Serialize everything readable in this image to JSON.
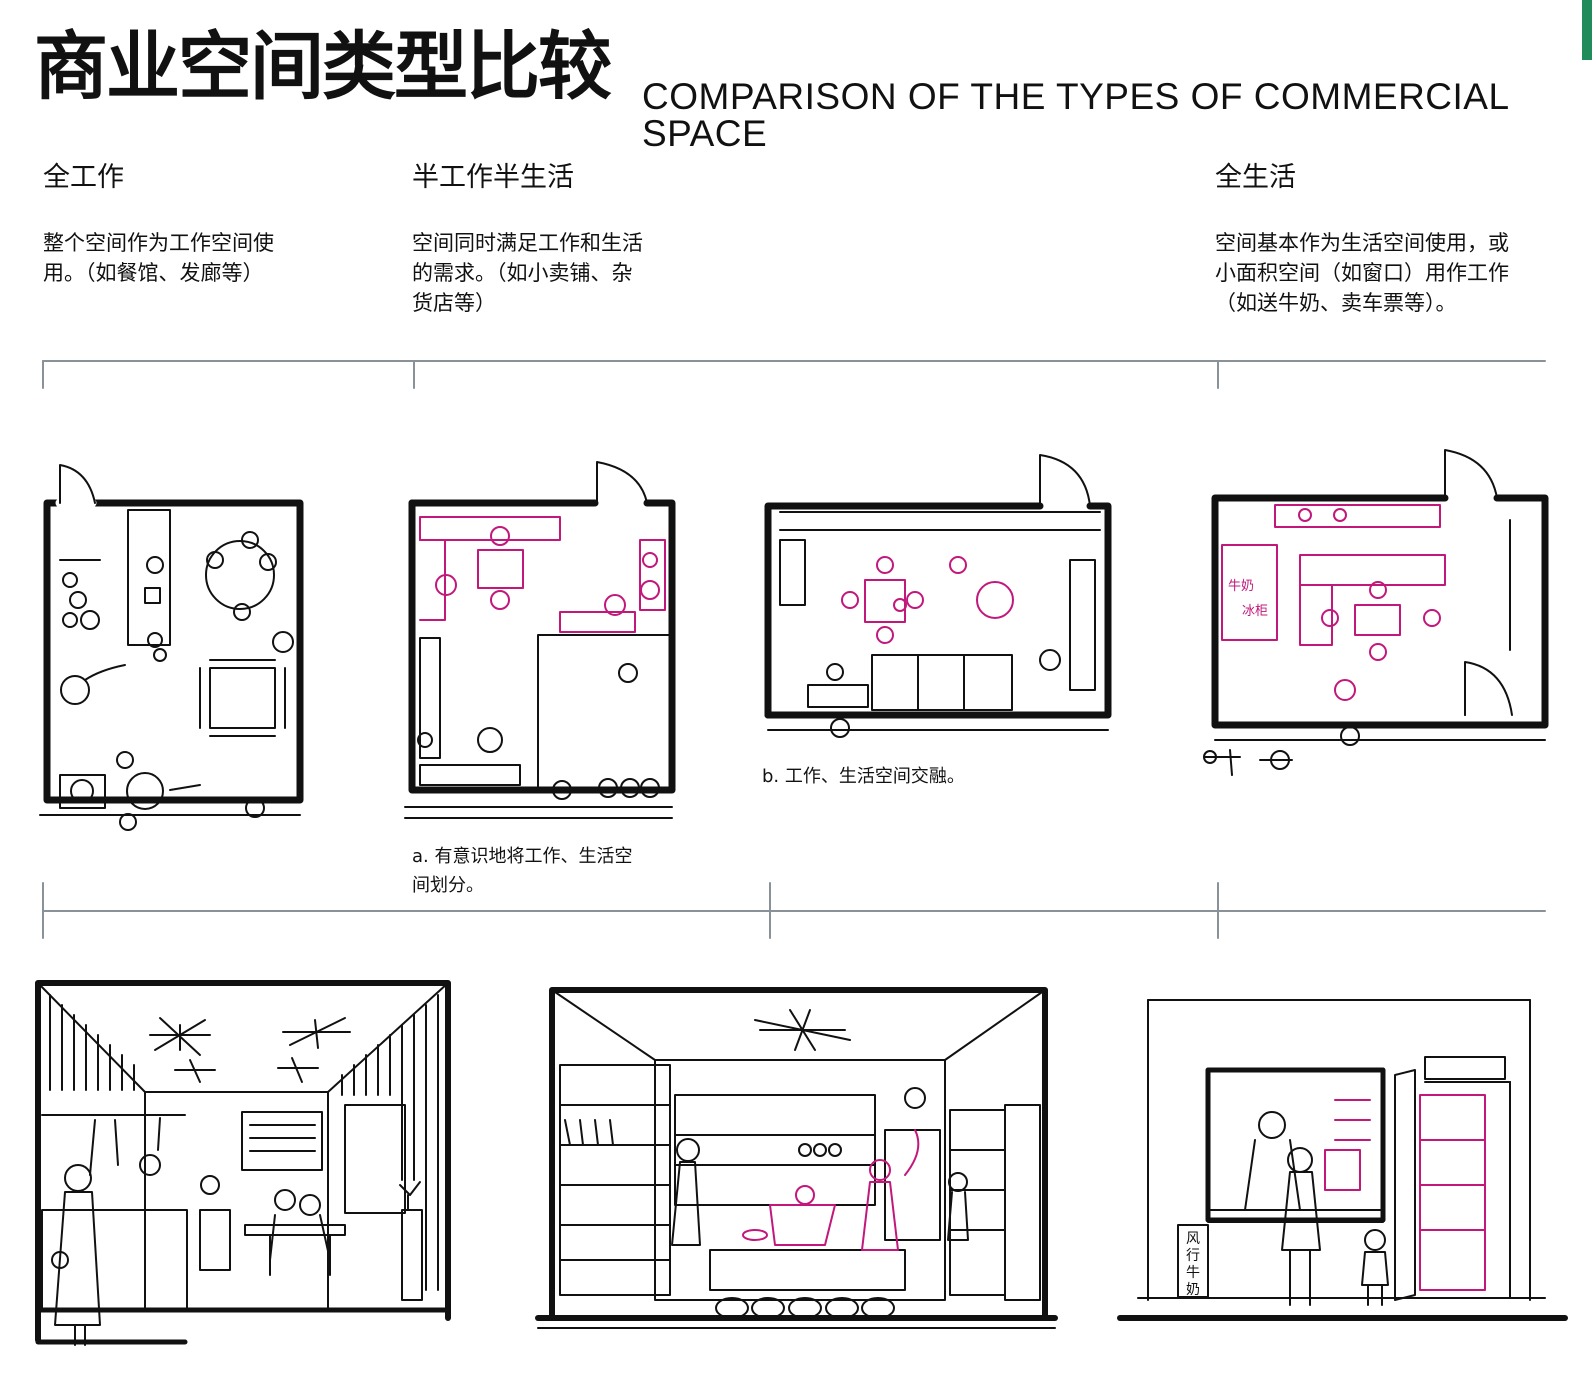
{
  "title": {
    "cn": "商业空间类型比较",
    "en": "COMPARISON OF THE TYPES OF COMMERCIAL SPACE"
  },
  "columns": [
    {
      "heading": "全工作",
      "description_lines": [
        "整个空间作为工作空间使",
        "用。（如餐馆、发廊等）"
      ]
    },
    {
      "heading": "半工作半生活",
      "description_lines": [
        "空间同时满足工作和生活",
        "的需求。（如小卖铺、杂",
        "货店等）"
      ]
    },
    {
      "heading": "全生活",
      "description_lines": [
        "空间基本作为生活空间使用，或",
        "小面积空间（如窗口）用作工作",
        "（如送牛奶、卖车票等）。"
      ]
    }
  ],
  "captions": {
    "a_lines": [
      "a. 有意识地将工作、生活空",
      "间划分。"
    ],
    "b": "b. 工作、生活空间交融。"
  },
  "plan_labels": {
    "fridge_line1": "牛奶",
    "fridge_line2": "冰柜"
  },
  "sign_text": [
    "风",
    "行",
    "牛",
    "奶"
  ],
  "colors": {
    "ink": "#111111",
    "accent": "#c2187c",
    "divider": "#8a9299"
  }
}
